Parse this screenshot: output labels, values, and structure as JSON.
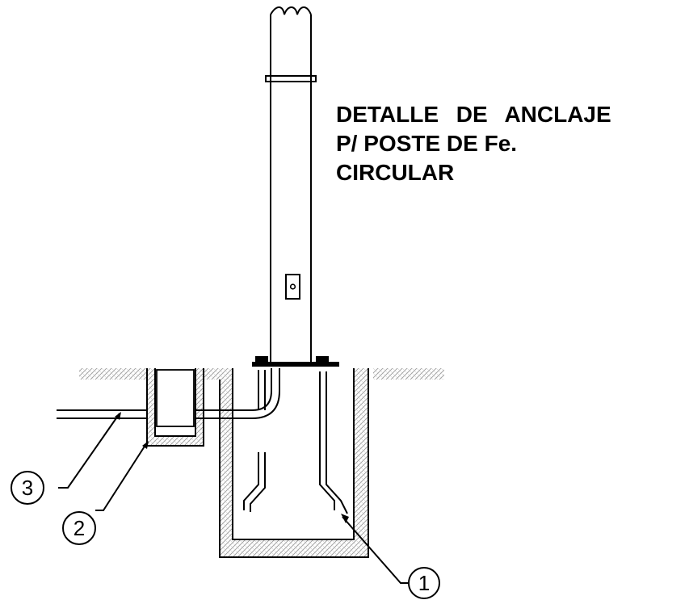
{
  "title": {
    "line1": "DETALLE DE ANCLAJE",
    "line2": "P/ POSTE DE Fe.",
    "line3": "CIRCULAR"
  },
  "callouts": [
    {
      "label": "1"
    },
    {
      "label": "2"
    },
    {
      "label": "3"
    }
  ],
  "colors": {
    "line": "#000000",
    "hatch": "#9a9a9a",
    "background": "#ffffff"
  }
}
